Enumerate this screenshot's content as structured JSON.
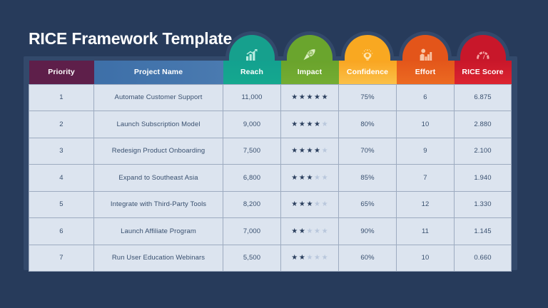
{
  "slide": {
    "title": "RICE Framework Template",
    "background_color": "#273b5b",
    "frame_color": "#33496b"
  },
  "table": {
    "columns": [
      {
        "key": "priority",
        "label": "Priority",
        "color": "#5e1f4a",
        "icon": null,
        "has_arch": false
      },
      {
        "key": "project",
        "label": "Project Name",
        "color": "#3d6fa8",
        "icon": null,
        "has_arch": false
      },
      {
        "key": "reach",
        "label": "Reach",
        "color": "#16a08d",
        "icon": "bar-chart-growth-icon",
        "has_arch": true
      },
      {
        "key": "impact",
        "label": "Impact",
        "color": "#6aa52d",
        "icon": "comet-icon",
        "has_arch": true
      },
      {
        "key": "confidence",
        "label": "Confidence",
        "color": "#f9a821",
        "icon": "lightbulb-idea-icon",
        "has_arch": true
      },
      {
        "key": "effort",
        "label": "Effort",
        "color": "#e3551a",
        "icon": "bar-chart-person-icon",
        "has_arch": true
      },
      {
        "key": "rice",
        "label": "RICE Score",
        "color": "#c8172a",
        "icon": "gauge-meter-icon",
        "has_arch": true
      }
    ],
    "rows": [
      {
        "priority": "1",
        "project": "Automate Customer Support",
        "reach": "11,000",
        "impact_stars": 5,
        "impact_max": 5,
        "confidence": "75%",
        "effort": "6",
        "rice": "6.875"
      },
      {
        "priority": "2",
        "project": "Launch Subscription Model",
        "reach": "9,000",
        "impact_stars": 4,
        "impact_max": 5,
        "confidence": "80%",
        "effort": "10",
        "rice": "2.880"
      },
      {
        "priority": "3",
        "project": "Redesign Product Onboarding",
        "reach": "7,500",
        "impact_stars": 4,
        "impact_max": 5,
        "confidence": "70%",
        "effort": "9",
        "rice": "2.100"
      },
      {
        "priority": "4",
        "project": "Expand to Southeast Asia",
        "reach": "6,800",
        "impact_stars": 3,
        "impact_max": 5,
        "confidence": "85%",
        "effort": "7",
        "rice": "1.940"
      },
      {
        "priority": "5",
        "project": "Integrate with Third-Party Tools",
        "reach": "8,200",
        "impact_stars": 3,
        "impact_max": 5,
        "confidence": "65%",
        "effort": "12",
        "rice": "1.330"
      },
      {
        "priority": "6",
        "project": "Launch Affiliate Program",
        "reach": "7,000",
        "impact_stars": 2,
        "impact_max": 5,
        "confidence": "90%",
        "effort": "11",
        "rice": "1.145"
      },
      {
        "priority": "7",
        "project": "Run User Education Webinars",
        "reach": "5,500",
        "impact_stars": 2,
        "impact_max": 5,
        "confidence": "60%",
        "effort": "10",
        "rice": "0.660"
      }
    ]
  }
}
